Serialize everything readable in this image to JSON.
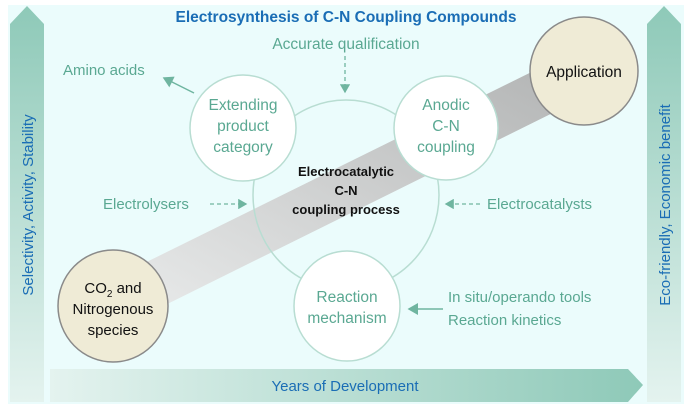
{
  "title": "Electrosynthesis of C-N Coupling Compounds",
  "top_label": "Accurate qualification",
  "left_axis": "Selectivity, Activity, Stability",
  "right_axis": "Eco-friendly, Economic benefit",
  "bottom_axis": "Years of Development",
  "center": [
    "Electrocatalytic",
    "C-N",
    "coupling process"
  ],
  "extending": [
    "Extending",
    "product",
    "category"
  ],
  "anodic": [
    "Anodic",
    "C-N",
    "coupling"
  ],
  "mechanism": [
    "Reaction",
    "mechanism"
  ],
  "application": "Application",
  "start": {
    "co": "CO",
    "sub": "2",
    "and": " and",
    "line2": "Nitrogenous",
    "line3": "species"
  },
  "amino_acids": "Amino acids",
  "electrolysers": "Electrolysers",
  "electrocatalysts": "Electrocatalysts",
  "tools": [
    "In situ/operando tools",
    "Reaction kinetics"
  ],
  "colors": {
    "title": "#1a6db5",
    "green": "#5aa892",
    "bg": "#ebfcfc",
    "beige": "#efebd6"
  }
}
